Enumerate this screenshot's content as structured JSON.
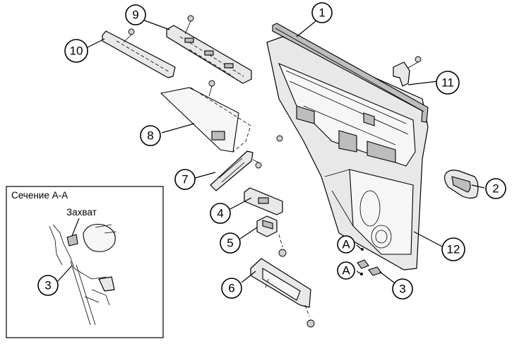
{
  "callouts": {
    "c1": "1",
    "c2": "2",
    "c3a": "3",
    "c3b": "3",
    "c4": "4",
    "c5": "5",
    "c6": "6",
    "c7": "7",
    "c8": "8",
    "c9": "9",
    "c10": "10",
    "c11": "11",
    "c12": "12",
    "cA1": "A",
    "cA2": "A"
  },
  "section": {
    "title": "Сечение А-А",
    "latch_label": "Захват"
  }
}
